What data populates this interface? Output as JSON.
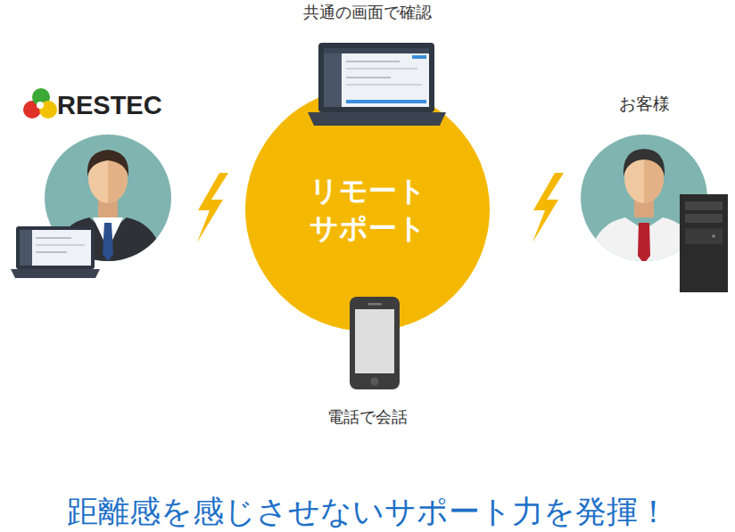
{
  "diagram": {
    "title": "距離感を感じさせないサポート力を発揮！",
    "nodes": [
      {
        "text": [
          "RESTEC"
        ]
      },
      {
        "text": [
          "リモート サポート"
        ]
      },
      {
        "text": [
          "お客様"
        ]
      }
    ],
    "labels": [
      "共通の画面で確認",
      "電話で会話"
    ]
  }
}
